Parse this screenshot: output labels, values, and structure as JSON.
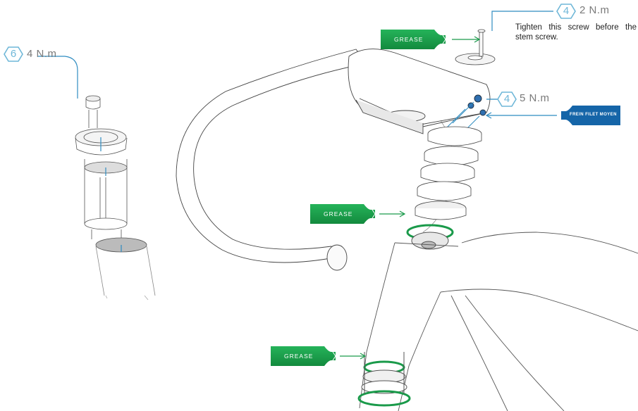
{
  "callouts": {
    "top_screw": {
      "step": "4",
      "torque": "2 N.m",
      "note": "Tighten this screw before the stem screw."
    },
    "stem_bolts": {
      "step": "4",
      "torque": "5 N.m"
    },
    "expander": {
      "step": "6",
      "torque": "4 N.m"
    }
  },
  "tubes": {
    "grease_label": "GREASE",
    "loctite_label": "FREIN FILET MOYEN"
  },
  "colors": {
    "accent_blue": "#2f8cc1",
    "grease_green": "#1a9a4a",
    "loctite_blue": "#1565a8"
  }
}
